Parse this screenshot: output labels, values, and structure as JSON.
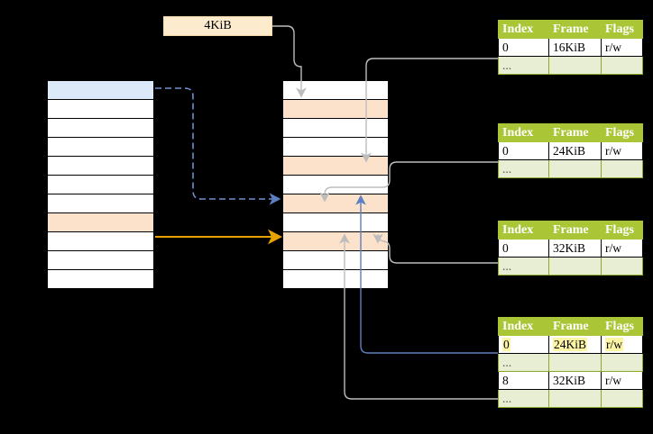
{
  "diagram": {
    "title": "page-table-walk-diagram",
    "page_size_tag": {
      "label": "4KiB"
    },
    "colors": {
      "table_header": "#aac637",
      "table_ellipsis_row": "#e8eed3",
      "highlight_yellow": "#fdf5a6",
      "cell_blue": "#dce9f9",
      "cell_peach": "#fde2cb",
      "arrow_orange": "#e8a200",
      "arrow_blue": "#5b7fc0",
      "arrow_gray": "#b8b8b8"
    }
  },
  "left_column": {
    "name": "virtual-address-space",
    "cells": [
      {
        "fill": "blue"
      },
      {
        "fill": "white"
      },
      {
        "fill": "white"
      },
      {
        "fill": "white"
      },
      {
        "fill": "white"
      },
      {
        "fill": "white"
      },
      {
        "fill": "white"
      },
      {
        "fill": "peach"
      },
      {
        "fill": "white"
      },
      {
        "fill": "white"
      },
      {
        "fill": "white"
      }
    ]
  },
  "middle_column": {
    "name": "physical-memory",
    "cells": [
      {
        "fill": "white"
      },
      {
        "fill": "peach"
      },
      {
        "fill": "white"
      },
      {
        "fill": "white"
      },
      {
        "fill": "peach"
      },
      {
        "fill": "white"
      },
      {
        "fill": "peach"
      },
      {
        "fill": "white"
      },
      {
        "fill": "peach"
      },
      {
        "fill": "white"
      },
      {
        "fill": "white"
      }
    ]
  },
  "page_tables": [
    {
      "name": "page-table-level-1",
      "headers": [
        "Index",
        "Frame",
        "Flags"
      ],
      "rows": [
        {
          "type": "data",
          "index": "0",
          "frame": "16KiB",
          "flags": "r/w",
          "highlight": false
        },
        {
          "type": "ellipsis",
          "index": "...",
          "frame": "",
          "flags": ""
        }
      ]
    },
    {
      "name": "page-table-level-2",
      "headers": [
        "Index",
        "Frame",
        "Flags"
      ],
      "rows": [
        {
          "type": "data",
          "index": "0",
          "frame": "24KiB",
          "flags": "r/w",
          "highlight": false
        },
        {
          "type": "ellipsis",
          "index": "...",
          "frame": "",
          "flags": ""
        }
      ]
    },
    {
      "name": "page-table-level-3",
      "headers": [
        "Index",
        "Frame",
        "Flags"
      ],
      "rows": [
        {
          "type": "data",
          "index": "0",
          "frame": "32KiB",
          "flags": "r/w",
          "highlight": false
        },
        {
          "type": "ellipsis",
          "index": "...",
          "frame": "",
          "flags": ""
        }
      ]
    },
    {
      "name": "page-table-level-4",
      "headers": [
        "Index",
        "Frame",
        "Flags"
      ],
      "rows": [
        {
          "type": "data",
          "index": "0",
          "frame": "24KiB",
          "flags": "r/w",
          "highlight": true
        },
        {
          "type": "ellipsis",
          "index": "...",
          "frame": "",
          "flags": ""
        },
        {
          "type": "data",
          "index": "8",
          "frame": "32KiB",
          "flags": "r/w",
          "highlight": false
        },
        {
          "type": "ellipsis",
          "index": "...",
          "frame": "",
          "flags": ""
        }
      ]
    }
  ]
}
